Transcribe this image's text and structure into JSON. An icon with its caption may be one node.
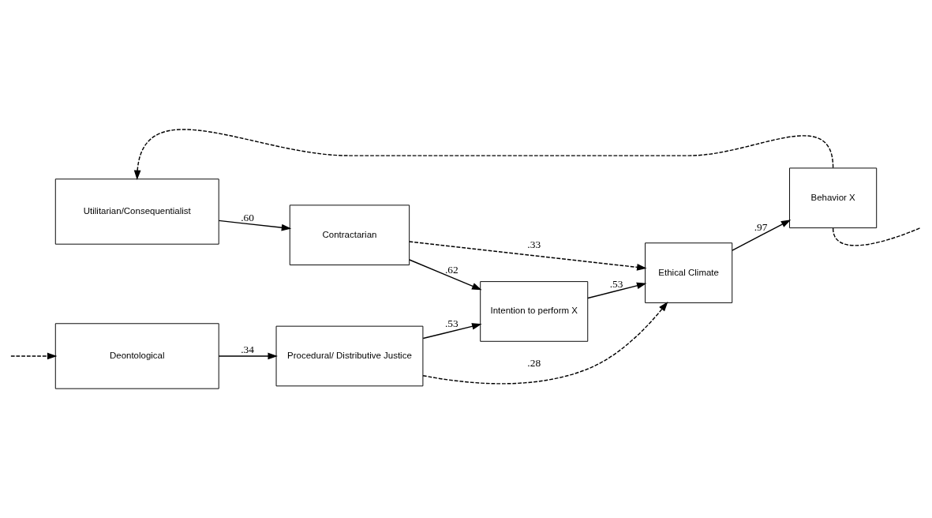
{
  "diagram": {
    "nodes": [
      {
        "text": [
          "Utilitarian/Consequentialist"
        ]
      },
      {
        "text": [
          "Contractarian"
        ]
      },
      {
        "text": [
          "Intention to perform X"
        ]
      },
      {
        "text": [
          "Ethical Climate"
        ]
      },
      {
        "text": [
          "Behavior X"
        ]
      },
      {
        "text": [
          "Deontological"
        ]
      },
      {
        "text": [
          "Procedural/ Distributive Justice"
        ]
      }
    ],
    "edges": [
      {
        "from": 0,
        "to": 1,
        "arrow": "to",
        "label": ".60"
      },
      {
        "from": 1,
        "to": 2,
        "arrow": "to",
        "label": ".62"
      },
      {
        "from": 1,
        "to": 3,
        "arrow": "to",
        "label": ".33",
        "style": "dashed"
      },
      {
        "from": 2,
        "to": 3,
        "arrow": "to",
        "label": ".53"
      },
      {
        "from": 3,
        "to": 4,
        "arrow": "to",
        "label": ".97"
      },
      {
        "from": 5,
        "to": 6,
        "arrow": "to",
        "label": ".34"
      },
      {
        "from": 6,
        "to": 2,
        "arrow": "to",
        "label": ".53"
      },
      {
        "from": 6,
        "to": 3,
        "arrow": "to",
        "label": ".28",
        "style": "dashed"
      },
      {
        "from": 4,
        "to": 0,
        "arrow": "to",
        "style": "dashed"
      },
      {
        "from": 4,
        "to": null,
        "arrow": "none",
        "style": "dashed"
      },
      {
        "from": null,
        "to": 5,
        "arrow": "to",
        "style": "dashed"
      }
    ]
  }
}
